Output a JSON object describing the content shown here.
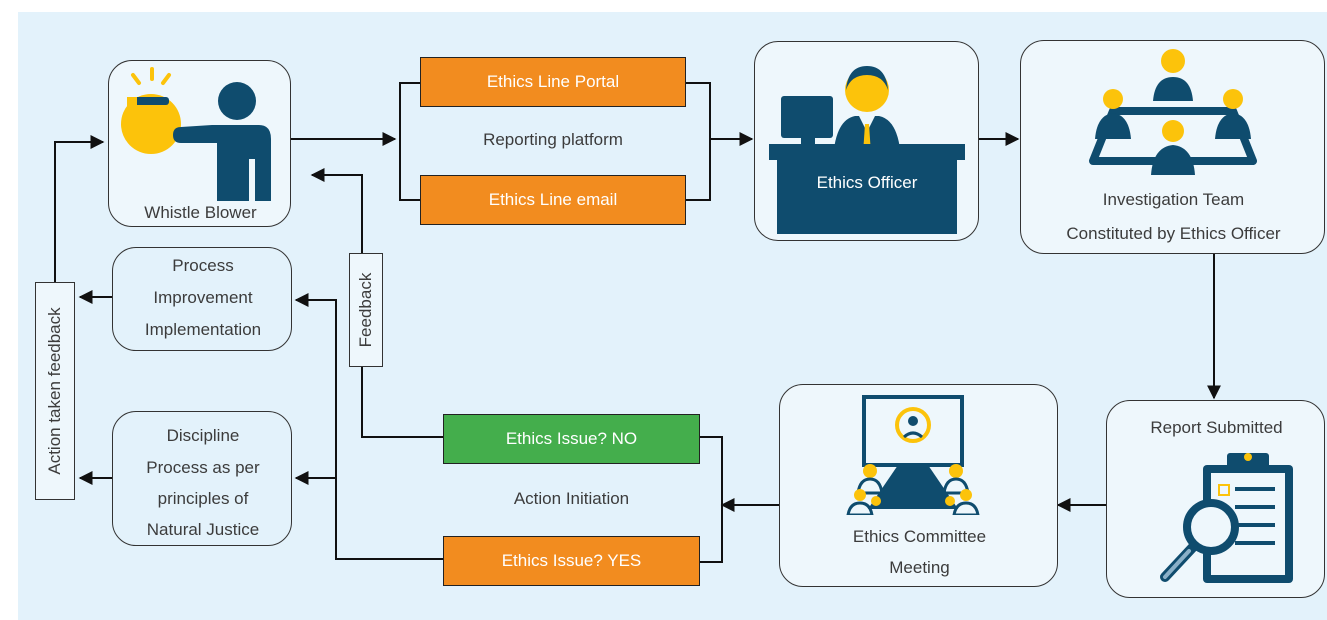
{
  "whistle_blower": {
    "label": "Whistle Blower"
  },
  "reporting": {
    "portal": "Ethics Line Portal",
    "platform": "Reporting platform",
    "email": "Ethics Line email"
  },
  "ethics_officer": {
    "label": "Ethics Officer"
  },
  "investigation": {
    "line1": "Investigation Team",
    "line2": "Constituted by Ethics Officer"
  },
  "report": {
    "label": "Report Submitted"
  },
  "committee": {
    "line1": "Ethics Committee",
    "line2": "Meeting"
  },
  "action": {
    "no": "Ethics Issue? NO",
    "initiation": "Action Initiation",
    "yes": "Ethics Issue? YES"
  },
  "feedback": {
    "label": "Feedback"
  },
  "action_feedback": {
    "label": "Action taken feedback"
  },
  "process_improvement": {
    "line1": "Process",
    "line2": "Improvement",
    "line3": "Implementation"
  },
  "discipline": {
    "line1": "Discipline",
    "line2": "Process as per",
    "line3": "principles of",
    "line4": "Natural Justice"
  },
  "colors": {
    "orange": "#f28c1f",
    "green": "#44ae4c",
    "navy": "#0f4c6e",
    "yellow": "#fcc30b",
    "background": "#e3f2fb"
  }
}
